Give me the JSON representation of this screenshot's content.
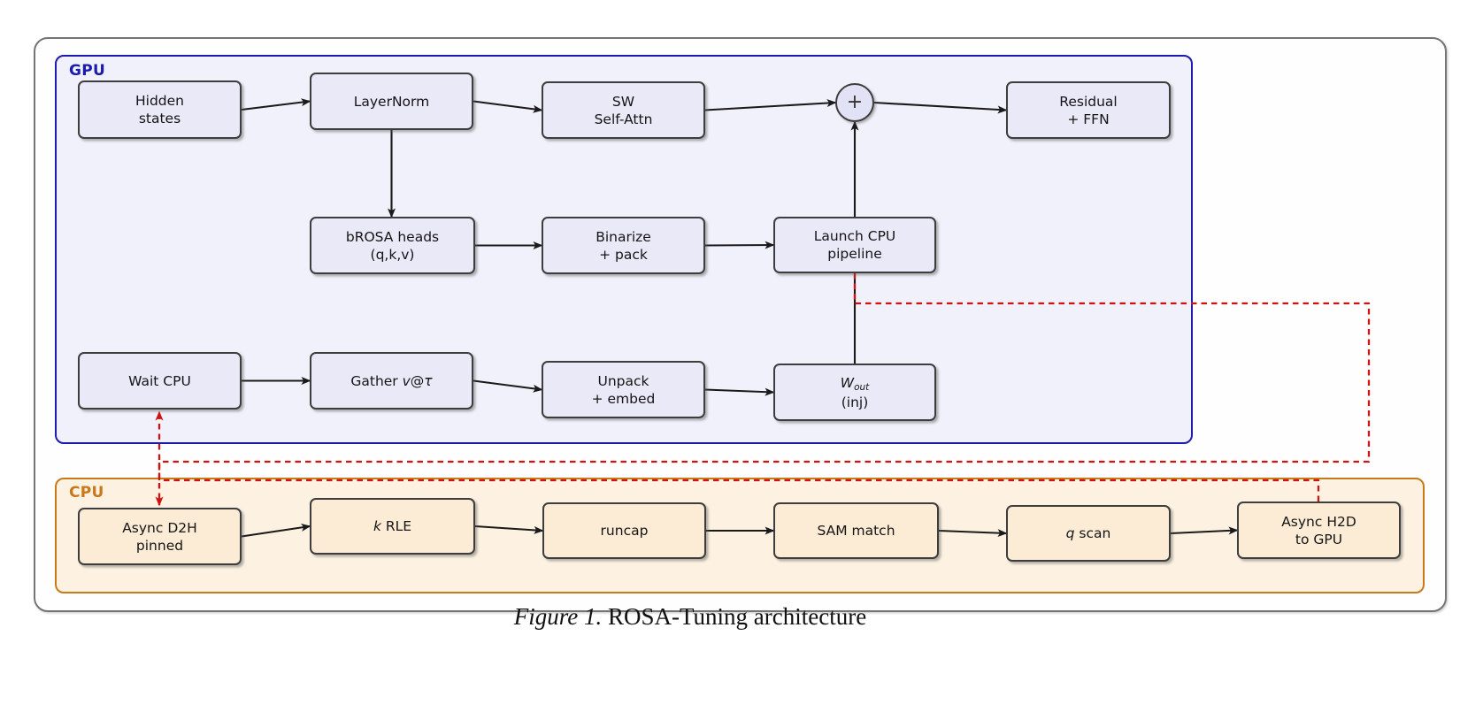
{
  "figure": {
    "caption_label": "Figure 1.",
    "caption_text": " ROSA-Tuning architecture"
  },
  "regions": {
    "gpu": {
      "label": "GPU"
    },
    "cpu": {
      "label": "CPU"
    }
  },
  "colors": {
    "gpu_border": "#1c1bad",
    "gpu_fill": "#f1f1fb",
    "gpu_node_fill": "#e9e9f8",
    "cpu_border": "#c87a1b",
    "cpu_fill": "#fdf2e2",
    "cpu_node_fill": "#fcecd5",
    "node_border": "#3d3d3d",
    "edge_black": "#1a1a1a",
    "edge_red_dashed": "#ce1310",
    "outer_border": "#747474"
  },
  "nodes": [
    {
      "id": "hidden",
      "region": "gpu",
      "lines": [
        [
          {
            "t": "Hidden"
          }
        ],
        [
          {
            "t": "states"
          }
        ]
      ]
    },
    {
      "id": "layernorm",
      "region": "gpu",
      "lines": [
        [
          {
            "t": "LayerNorm"
          }
        ]
      ]
    },
    {
      "id": "sw",
      "region": "gpu",
      "lines": [
        [
          {
            "t": "SW"
          }
        ],
        [
          {
            "t": "Self-Attn"
          }
        ]
      ]
    },
    {
      "id": "plus",
      "region": "gpu",
      "shape": "circle",
      "lines": [
        [
          {
            "t": "+"
          }
        ]
      ]
    },
    {
      "id": "residual",
      "region": "gpu",
      "lines": [
        [
          {
            "t": "Residual"
          }
        ],
        [
          {
            "t": "+ FFN"
          }
        ]
      ]
    },
    {
      "id": "brosa",
      "region": "gpu",
      "lines": [
        [
          {
            "t": "bROSA heads"
          }
        ],
        [
          {
            "t": "(q,k,v)"
          }
        ]
      ]
    },
    {
      "id": "binarize",
      "region": "gpu",
      "lines": [
        [
          {
            "t": "Binarize"
          }
        ],
        [
          {
            "t": "+ pack"
          }
        ]
      ]
    },
    {
      "id": "launch",
      "region": "gpu",
      "lines": [
        [
          {
            "t": "Launch CPU"
          }
        ],
        [
          {
            "t": "pipeline"
          }
        ]
      ]
    },
    {
      "id": "wait",
      "region": "gpu",
      "lines": [
        [
          {
            "t": "Wait CPU"
          }
        ]
      ]
    },
    {
      "id": "gather",
      "region": "gpu",
      "lines": [
        [
          {
            "t": "Gather "
          },
          {
            "t": "v",
            "i": true
          },
          {
            "t": "@"
          },
          {
            "t": "τ",
            "i": true
          }
        ]
      ]
    },
    {
      "id": "unpack",
      "region": "gpu",
      "lines": [
        [
          {
            "t": "Unpack"
          }
        ],
        [
          {
            "t": "+ embed"
          }
        ]
      ]
    },
    {
      "id": "wout",
      "region": "gpu",
      "lines": [
        [
          {
            "t": "W",
            "i": true
          },
          {
            "t": "out",
            "i": true,
            "sub": true
          }
        ],
        [
          {
            "t": "(inj)"
          }
        ]
      ]
    },
    {
      "id": "d2h",
      "region": "cpu",
      "lines": [
        [
          {
            "t": "Async D2H"
          }
        ],
        [
          {
            "t": "pinned"
          }
        ]
      ]
    },
    {
      "id": "krle",
      "region": "cpu",
      "lines": [
        [
          {
            "t": "k",
            "i": true
          },
          {
            "t": " RLE"
          }
        ]
      ]
    },
    {
      "id": "runcap",
      "region": "cpu",
      "lines": [
        [
          {
            "t": "runcap"
          }
        ]
      ]
    },
    {
      "id": "sam",
      "region": "cpu",
      "lines": [
        [
          {
            "t": "SAM match"
          }
        ]
      ]
    },
    {
      "id": "qscan",
      "region": "cpu",
      "lines": [
        [
          {
            "t": "q",
            "i": true
          },
          {
            "t": " scan"
          }
        ]
      ]
    },
    {
      "id": "h2d",
      "region": "cpu",
      "lines": [
        [
          {
            "t": "Async H2D"
          }
        ],
        [
          {
            "t": "to GPU"
          }
        ]
      ]
    }
  ],
  "edges": [
    {
      "from": "hidden",
      "to": "layernorm",
      "style": "solid",
      "arrow": true
    },
    {
      "from": "layernorm",
      "to": "sw",
      "style": "solid",
      "arrow": true
    },
    {
      "from": "sw",
      "to": "plus",
      "style": "solid",
      "arrow": true
    },
    {
      "from": "plus",
      "to": "residual",
      "style": "solid",
      "arrow": true
    },
    {
      "from": "layernorm",
      "to": "brosa",
      "style": "solid",
      "arrow": true
    },
    {
      "from": "brosa",
      "to": "binarize",
      "style": "solid",
      "arrow": true
    },
    {
      "from": "binarize",
      "to": "launch",
      "style": "solid",
      "arrow": true
    },
    {
      "from": "launch",
      "to": "plus",
      "style": "solid",
      "arrow": true
    },
    {
      "from": "wout",
      "to": "launch",
      "style": "solid",
      "arrow": false
    },
    {
      "from": "wait",
      "to": "gather",
      "style": "solid",
      "arrow": true
    },
    {
      "from": "gather",
      "to": "unpack",
      "style": "solid",
      "arrow": true
    },
    {
      "from": "unpack",
      "to": "wout",
      "style": "solid",
      "arrow": true
    },
    {
      "from": "d2h",
      "to": "krle",
      "style": "solid",
      "arrow": true
    },
    {
      "from": "krle",
      "to": "runcap",
      "style": "solid",
      "arrow": true
    },
    {
      "from": "runcap",
      "to": "sam",
      "style": "solid",
      "arrow": true
    },
    {
      "from": "sam",
      "to": "qscan",
      "style": "solid",
      "arrow": true
    },
    {
      "from": "qscan",
      "to": "h2d",
      "style": "solid",
      "arrow": true
    },
    {
      "from": "launch",
      "to": "d2h",
      "style": "dashed",
      "arrow": true
    },
    {
      "from": "h2d",
      "to": "wait",
      "style": "dashed",
      "arrow": true
    }
  ]
}
